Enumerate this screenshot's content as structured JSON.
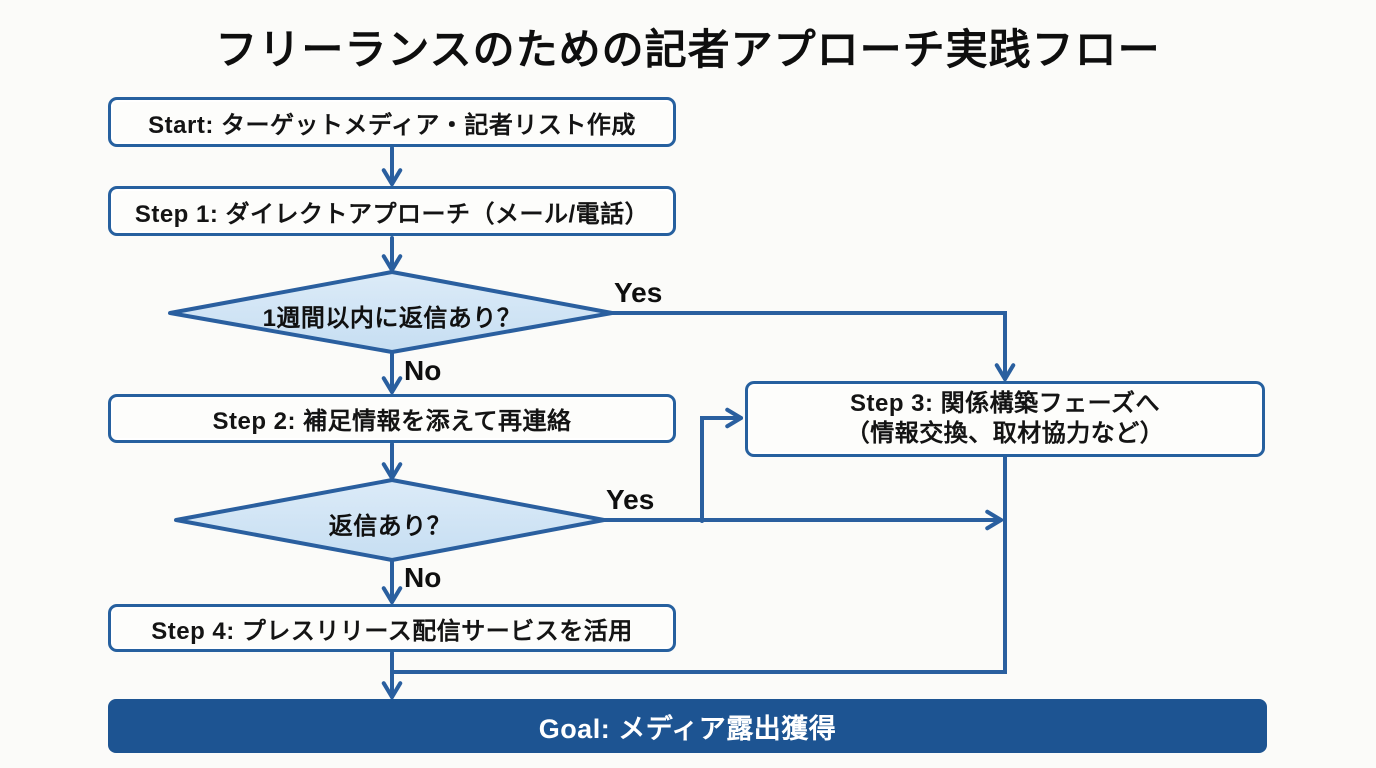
{
  "title": "フリーランスのための記者アプローチ実践フロー",
  "nodes": {
    "start": {
      "label": "Start: ターゲットメディア・記者リスト作成"
    },
    "step1": {
      "label": "Step 1: ダイレクトアプローチ（メール/電話）"
    },
    "decision1": {
      "label": "1週間以内に返信あり？",
      "yes_label": "Yes",
      "no_label": "No"
    },
    "step2": {
      "label": "Step 2: 補足情報を添えて再連絡"
    },
    "decision2": {
      "label": "返信あり？",
      "yes_label": "Yes",
      "no_label": "No"
    },
    "step3": {
      "label_line1": "Step 3: 関係構築フェーズへ",
      "label_line2": "（情報交換、取材協力など）"
    },
    "step4": {
      "label": "Step 4: プレスリリース配信サービスを活用"
    },
    "goal": {
      "label": "Goal: メディア露出獲得"
    }
  },
  "colors": {
    "line": "#2a5f9f",
    "box_border": "#26609f",
    "box_background": "#fdfdfb",
    "diamond_fill_top": "#dcebf8",
    "diamond_fill_bottom": "#c6def2",
    "goal_fill": "#1d5492",
    "goal_text": "#ffffff",
    "text": "#141414",
    "page_background": "#fbfbf9"
  }
}
